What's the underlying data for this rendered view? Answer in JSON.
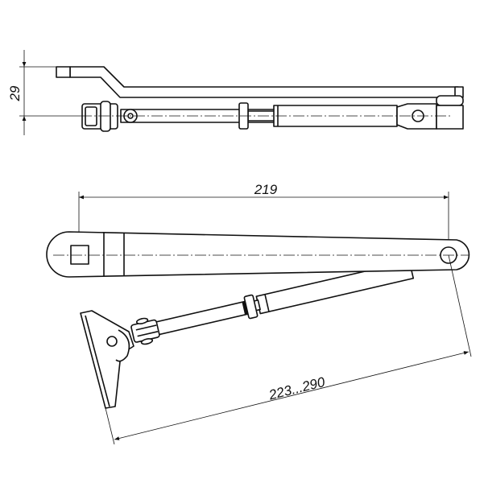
{
  "dimensions": {
    "height_offset": "29",
    "arm_length": "219",
    "reach_range": "223...290"
  }
}
